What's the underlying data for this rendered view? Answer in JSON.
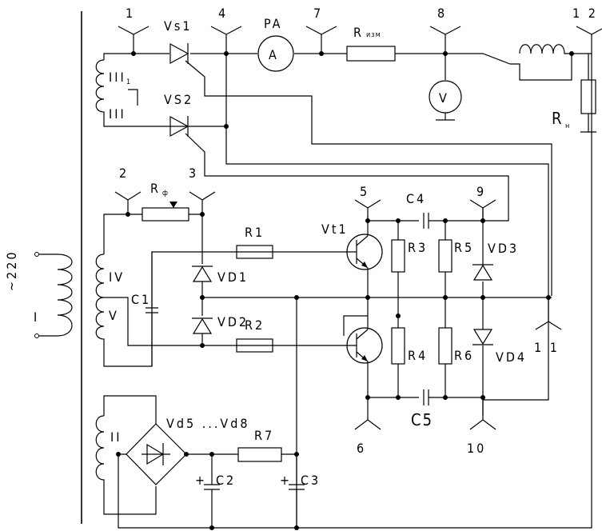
{
  "terminals": {
    "t1": "1",
    "t2": "2",
    "t3": "3",
    "t4": "4",
    "t5": "5",
    "t6": "6",
    "t7": "7",
    "t8": "8",
    "t9": "9",
    "t10": "10",
    "t11": "1 1",
    "t12": "1 2"
  },
  "components": {
    "vs1": "Vs1",
    "vs2": "VS2",
    "pa": "PA",
    "pa_letter": "A",
    "voltmeter_letter": "V",
    "r_izm": "R",
    "r_izm_sub": "изм",
    "r_load": "R",
    "r_load_sub": "н",
    "r_phi": "R",
    "r_phi_sub": "ф",
    "r1": "R1",
    "r2": "R2",
    "r3": "R3",
    "r4": "R4",
    "r5": "R5",
    "r6": "R6",
    "r7": "R7",
    "c1": "C1",
    "c2": "C2",
    "c3": "C3",
    "c4": "C4",
    "c5": "C5",
    "vd1": "VD1",
    "vd2": "VD2",
    "vd3": "VD3",
    "vd4": "VD4",
    "vt1": "Vt1",
    "vd5_8": "Vd5 ...Vd8",
    "c2_plus": "+",
    "c3_plus": "+"
  },
  "transformer": {
    "mains": "~220",
    "primary": "I",
    "w2": "II",
    "w3a": "III",
    "w3b": "III",
    "w3a_sub": "1",
    "w4": "IV",
    "w5": "V"
  }
}
